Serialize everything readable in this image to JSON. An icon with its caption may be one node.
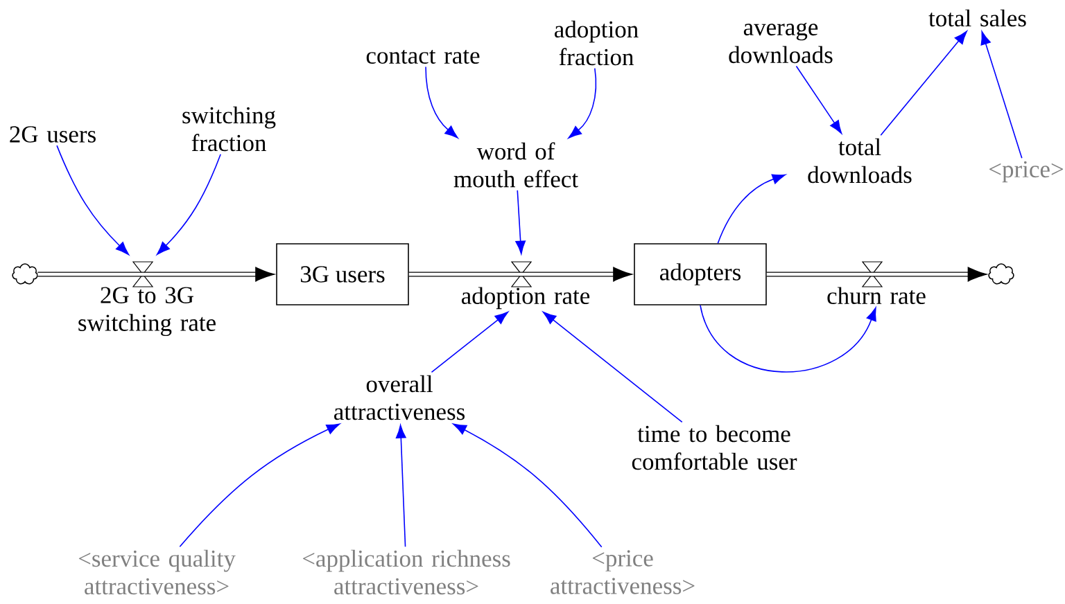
{
  "diagram": {
    "nodes": [
      {
        "text": [],
        "shape": "cloud"
      },
      {
        "text": [
          "2G users"
        ]
      },
      {
        "text": [
          "switching fraction"
        ]
      },
      {
        "text": [
          "contact rate"
        ]
      },
      {
        "text": [
          "adoption fraction"
        ]
      },
      {
        "text": [
          "word of mouth effect"
        ]
      },
      {
        "text": [
          "average downloads"
        ]
      },
      {
        "text": [
          "total sales"
        ]
      },
      {
        "text": [
          "total downloads"
        ]
      },
      {
        "text": [
          "<price>"
        ]
      },
      {
        "text": [
          "2G to 3G switching rate"
        ]
      },
      {
        "text": [
          "3G users"
        ]
      },
      {
        "text": [
          "adoption rate"
        ]
      },
      {
        "text": [
          "adopters"
        ]
      },
      {
        "text": [
          "churn rate"
        ]
      },
      {
        "text": [],
        "shape": "cloud"
      },
      {
        "text": [
          "overall attractiveness"
        ]
      },
      {
        "text": [
          "time to become comfortable user"
        ]
      },
      {
        "text": [
          "<service quality attractiveness>"
        ]
      },
      {
        "text": [
          "<application richness attractiveness>"
        ]
      },
      {
        "text": [
          "<price attractiveness>"
        ]
      }
    ],
    "edges": [
      {
        "from": 0,
        "to": 10,
        "arrow": "none",
        "style": "thick",
        "color": "#000000"
      },
      {
        "from": 10,
        "to": 11,
        "arrow": "to",
        "style": "thick",
        "color": "#000000"
      },
      {
        "from": 11,
        "to": 12,
        "arrow": "none",
        "style": "thick",
        "color": "#000000"
      },
      {
        "from": 12,
        "to": 13,
        "arrow": "to",
        "style": "thick",
        "color": "#000000"
      },
      {
        "from": 13,
        "to": 14,
        "arrow": "none",
        "style": "thick",
        "color": "#000000"
      },
      {
        "from": 14,
        "to": 15,
        "arrow": "to",
        "style": "thick",
        "color": "#000000"
      },
      {
        "from": 1,
        "to": 10,
        "arrow": "to"
      },
      {
        "from": 2,
        "to": 10,
        "arrow": "to"
      },
      {
        "from": 3,
        "to": 5,
        "arrow": "to"
      },
      {
        "from": 4,
        "to": 5,
        "arrow": "to"
      },
      {
        "from": 5,
        "to": 12,
        "arrow": "to"
      },
      {
        "from": 16,
        "to": 12,
        "arrow": "to"
      },
      {
        "from": 17,
        "to": 12,
        "arrow": "to"
      },
      {
        "from": 18,
        "to": 16,
        "arrow": "to"
      },
      {
        "from": 19,
        "to": 16,
        "arrow": "to"
      },
      {
        "from": 20,
        "to": 16,
        "arrow": "to"
      },
      {
        "from": 13,
        "to": 8,
        "arrow": "to"
      },
      {
        "from": 6,
        "to": 8,
        "arrow": "to"
      },
      {
        "from": 8,
        "to": 7,
        "arrow": "to"
      },
      {
        "from": 9,
        "to": 7,
        "arrow": "to"
      },
      {
        "from": 13,
        "to": 14,
        "arrow": "to"
      }
    ]
  }
}
